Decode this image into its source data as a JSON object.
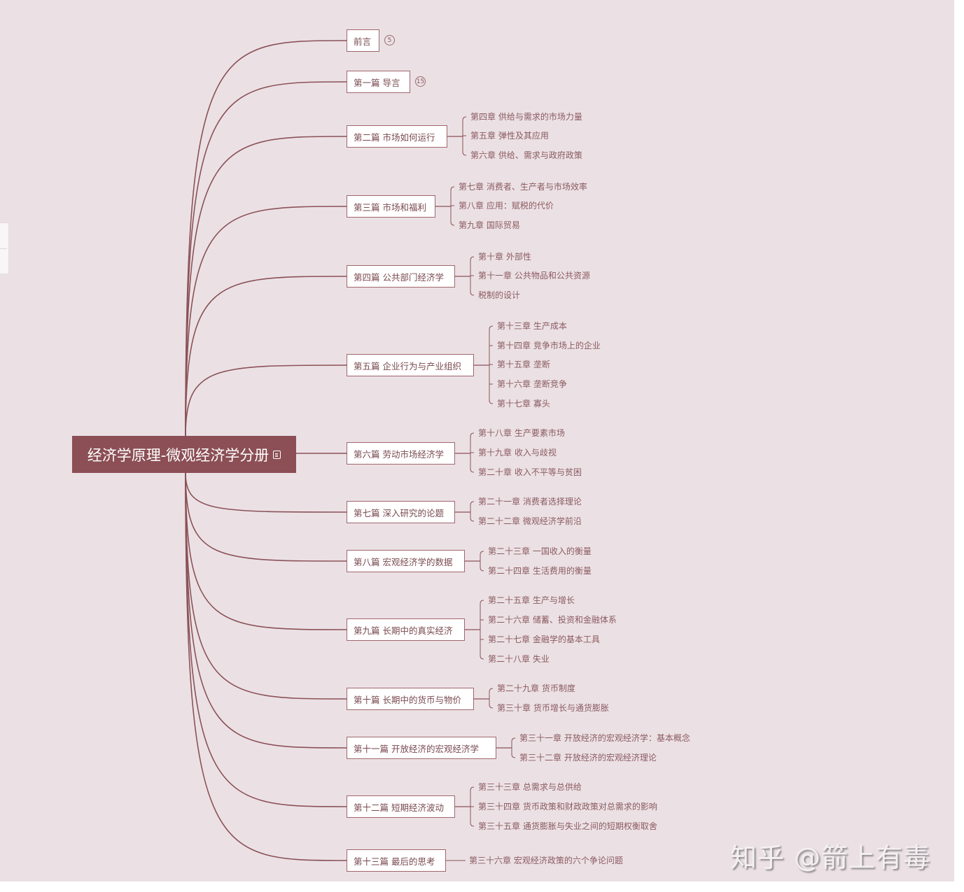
{
  "root": {
    "title": "经济学原理-微观经济学分册",
    "icon": "note-icon"
  },
  "colors": {
    "background": "#ebe1e5",
    "root_fill": "#8b4f55",
    "line": "#8b5258",
    "part_border": "#a0666c",
    "text": "#7a4a50"
  },
  "parts": [
    {
      "label": "前言",
      "badge": "5",
      "chapters": []
    },
    {
      "label": "第一篇 导言",
      "badge": "15",
      "chapters": []
    },
    {
      "label": "第二篇 市场如何运行",
      "chapters": [
        "第四章 供给与需求的市场力量",
        "第五章 弹性及其应用",
        "第六章 供给、需求与政府政策"
      ]
    },
    {
      "label": "第三篇 市场和福利",
      "chapters": [
        "第七章 消费者、生产者与市场效率",
        "第八章 应用：赋税的代价",
        "第九章 国际贸易"
      ]
    },
    {
      "label": "第四篇 公共部门经济学",
      "chapters": [
        "第十章 外部性",
        "第十一章 公共物品和公共资源",
        "税制的设计"
      ]
    },
    {
      "label": "第五篇 企业行为与产业组织",
      "chapters": [
        "第十三章 生产成本",
        "第十四章 竞争市场上的企业",
        "第十五章 垄断",
        "第十六章 垄断竞争",
        "第十七章 寡头"
      ]
    },
    {
      "label": "第六篇 劳动市场经济学",
      "chapters": [
        "第十八章 生产要素市场",
        "第十九章 收入与歧视",
        "第二十章 收入不平等与贫困"
      ]
    },
    {
      "label": "第七篇 深入研究的论题",
      "chapters": [
        "第二十一章 消费者选择理论",
        "第二十二章 微观经济学前沿"
      ]
    },
    {
      "label": "第八篇 宏观经济学的数据",
      "chapters": [
        "第二十三章 一国收入的衡量",
        "第二十四章 生活费用的衡量"
      ]
    },
    {
      "label": "第九篇 长期中的真实经济",
      "chapters": [
        "第二十五章 生产与增长",
        "第二十六章 储蓄、投资和金融体系",
        "第二十七章 金融学的基本工具",
        "第二十八章 失业"
      ]
    },
    {
      "label": "第十篇 长期中的货币与物价",
      "chapters": [
        "第二十九章 货币制度",
        "第三十章 货币增长与通货膨胀"
      ]
    },
    {
      "label": "第十一篇 开放经济的宏观经济学",
      "chapters": [
        "第三十一章 开放经济的宏观经济学：基本概念",
        "第三十二章 开放经济的宏观经济理论"
      ]
    },
    {
      "label": "第十二篇 短期经济波动",
      "chapters": [
        "第三十三章 总需求与总供给",
        "第三十四章 货币政策和财政政策对总需求的影响",
        "第三十五章 通货膨胀与失业之间的短期权衡取舍"
      ]
    },
    {
      "label": "第十三篇 最后的思考",
      "chapters": [
        "第三十六章 宏观经济政策的六个争论问题"
      ]
    }
  ],
  "watermark": "知乎 @箭上有毒"
}
